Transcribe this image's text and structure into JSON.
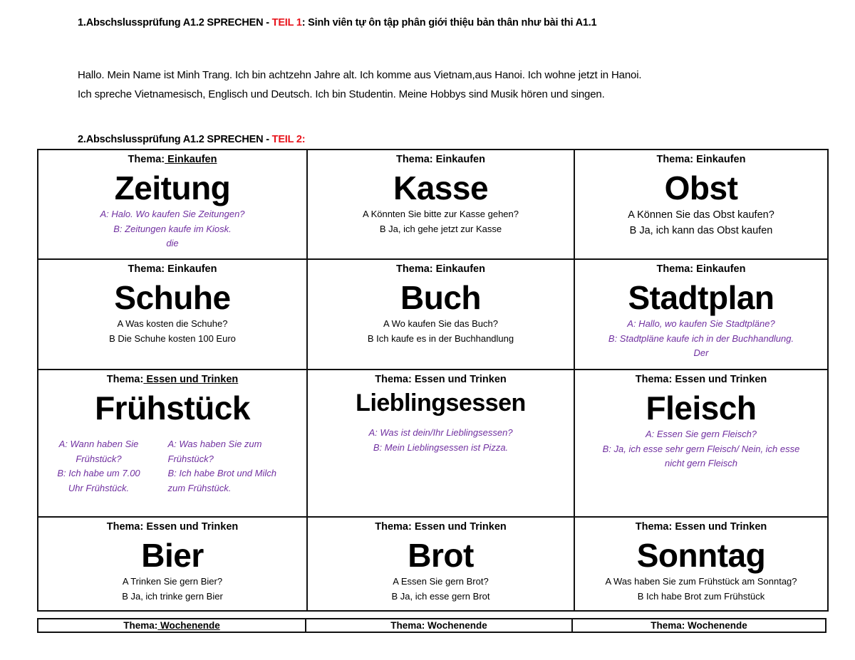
{
  "section1": {
    "heading_prefix": "1.Abschslussprüfung A1.2 SPRECHEN - ",
    "heading_red": "TEIL 1",
    "heading_suffix": ": Sinh viên tự ôn tập phân giới thiệu bản thân như bài thi A1.1",
    "intro_lines": [
      "Hallo. Mein Name ist Minh Trang. Ich bin achtzehn Jahre alt. Ich komme aus Vietnam,aus Hanoi. Ich wohne jetzt in Hanoi.",
      "Ich spreche Vietnamesisch, Englisch und Deutsch. Ich bin Studentin. Meine Hobbys sind Musik hören und singen."
    ]
  },
  "section2": {
    "heading_prefix": "2.Abschslussprüfung A1.2 SPRECHEN - ",
    "heading_red": "TEIL 2:"
  },
  "colors": {
    "accent_red": "#e8141c",
    "answer_purple": "#7030a0",
    "border": "#111111"
  },
  "cards": [
    {
      "thema_label": "Thema:",
      "thema": " Einkaufen",
      "thema_underline": true,
      "word": "Zeitung",
      "style": "purple",
      "lines": [
        "A: Halo. Wo kaufen Sie Zeitungen?",
        "B: Zeitungen kaufe  im Kiosk.",
        "die"
      ]
    },
    {
      "thema_label": "Thema:",
      "thema": " Einkaufen",
      "thema_underline": false,
      "word": "Kasse",
      "style": "plain",
      "lines": [
        "A Könnten Sie bitte zur Kasse gehen?",
        "B Ja, ich gehe jetzt zur Kasse"
      ]
    },
    {
      "thema_label": "Thema:",
      "thema": " Einkaufen",
      "thema_underline": false,
      "word": "Obst",
      "style": "plain-lg",
      "lines": [
        "A Können Sie das Obst kaufen?",
        "B Ja, ich kann das Obst kaufen"
      ]
    },
    {
      "thema_label": "Thema:",
      "thema": " Einkaufen",
      "thema_underline": false,
      "word": "Schuhe",
      "style": "plain",
      "lines": [
        "A Was kosten die Schuhe?",
        "B Die Schuhe kosten 100 Euro"
      ]
    },
    {
      "thema_label": "Thema:",
      "thema": " Einkaufen",
      "thema_underline": false,
      "word": "Buch",
      "style": "plain",
      "lines": [
        "A Wo kaufen Sie das Buch?",
        "B Ich kaufe es in der Buchhandlung"
      ]
    },
    {
      "thema_label": "Thema:",
      "thema": " Einkaufen",
      "thema_underline": false,
      "word": "Stadtplan",
      "style": "purple",
      "lines": [
        "A: Hallo, wo kaufen Sie Stadtpläne?",
        "B: Stadtpläne kaufe ich in der Buchhandlung.",
        "Der"
      ]
    },
    {
      "thema_label": "Thema:",
      "thema": " Essen und Trinken",
      "thema_underline": true,
      "word": "Frühstück",
      "style": "purple-cols",
      "left_lines": [
        "A: Wann haben Sie",
        "Frühstück?",
        "B: Ich habe um 7.00",
        "Uhr Frühstück."
      ],
      "right_lines": [
        "A: Was haben Sie zum",
        "Frühstück?",
        "B: Ich habe Brot und Milch",
        "zum Frühstück."
      ]
    },
    {
      "thema_label": "Thema:",
      "thema": " Essen und Trinken",
      "thema_underline": false,
      "word": "Lieblingsessen",
      "style": "purple",
      "lines": [
        "A: Was ist dein/Ihr Lieblingsessen?",
        "B: Mein Lieblingsessen ist Pizza."
      ]
    },
    {
      "thema_label": "Thema:",
      "thema": " Essen und Trinken",
      "thema_underline": false,
      "word": "Fleisch",
      "style": "purple",
      "lines": [
        "A: Essen Sie gern Fleisch?",
        "B: Ja, ich esse sehr gern Fleisch/ Nein, ich esse",
        "nicht gern Fleisch"
      ]
    },
    {
      "thema_label": "Thema:",
      "thema": " Essen und Trinken",
      "thema_underline": false,
      "word": "Bier",
      "style": "plain",
      "lines": [
        "A Trinken Sie gern Bier?",
        "B Ja, ich trinke gern Bier"
      ]
    },
    {
      "thema_label": "Thema:",
      "thema": " Essen und Trinken",
      "thema_underline": false,
      "word": "Brot",
      "style": "plain",
      "lines": [
        "A Essen Sie gern Brot?",
        "B Ja, ich esse gern Brot"
      ]
    },
    {
      "thema_label": "Thema:",
      "thema": " Essen und Trinken",
      "thema_underline": false,
      "word": "Sonntag",
      "style": "plain",
      "lines": [
        "A Was haben Sie zum Frühstück am Sonntag?",
        "B Ich habe Brot zum Frühstück"
      ]
    }
  ],
  "bottom_row": [
    {
      "thema_label": "Thema:",
      "thema": " Wochenende",
      "thema_underline": true
    },
    {
      "thema_label": "Thema:",
      "thema": " Wochenende",
      "thema_underline": false
    },
    {
      "thema_label": "Thema:",
      "thema": " Wochenende",
      "thema_underline": false
    }
  ]
}
